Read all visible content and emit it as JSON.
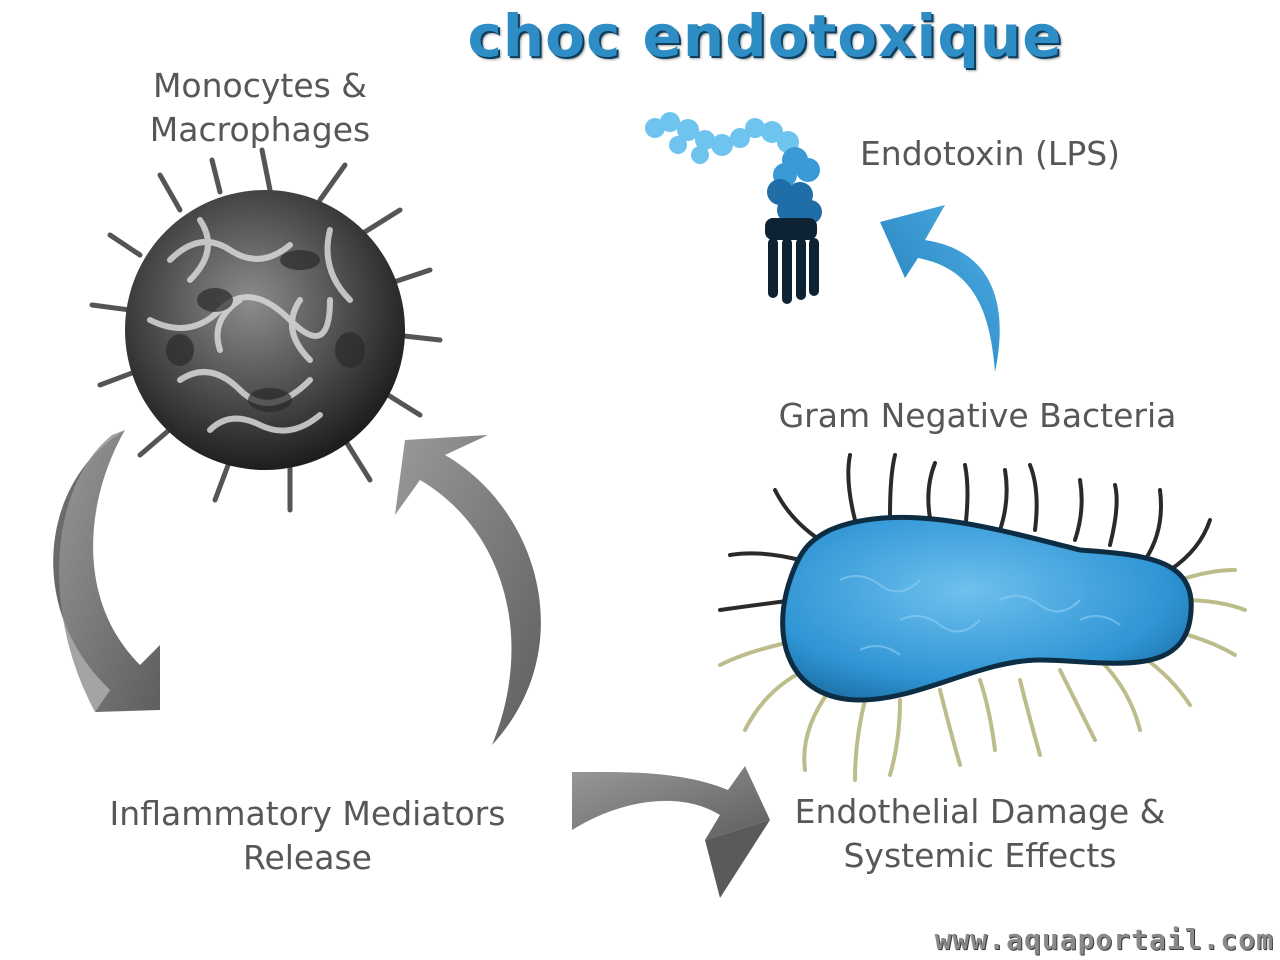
{
  "title": "choc endotoxique",
  "labels": {
    "monocytes": "Monocytes & Macrophages",
    "endotoxin": "Endotoxin (LPS)",
    "bacteria": "Gram Negative Bacteria",
    "mediators": "Inflammatory Mediators Release",
    "damage": "Endothelial Damage & Systemic Effects"
  },
  "watermark": "www.aquaportail.com",
  "colors": {
    "title": "#2e8dc4",
    "label": "#575757",
    "arrow_gray": "#7d7d7d",
    "arrow_blue": "#2f8fc8",
    "bacteria_body": "#2f95d4"
  },
  "icons": [
    "macrophage-cell",
    "lps-molecule",
    "bacterium",
    "cycle-arrow"
  ]
}
